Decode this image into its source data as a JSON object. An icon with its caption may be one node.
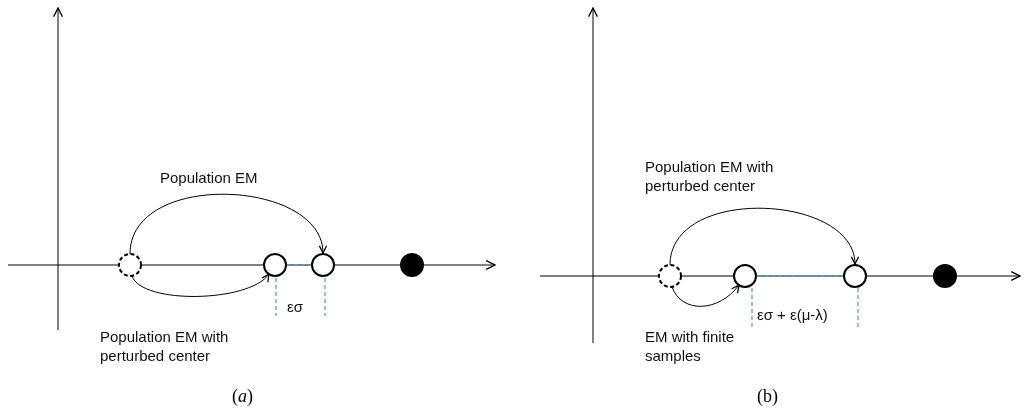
{
  "diagram": {
    "nodes": [
      {
        "text": [],
        "shape": "circle"
      },
      {
        "text": [],
        "shape": "circle"
      },
      {
        "text": [],
        "shape": "circle"
      },
      {
        "text": [],
        "shape": "circle"
      },
      {
        "text": [],
        "shape": "circle"
      },
      {
        "text": [],
        "shape": "circle"
      },
      {
        "text": [],
        "shape": "circle"
      },
      {
        "text": [],
        "shape": "circle"
      }
    ],
    "edges": [
      {
        "from": 0,
        "to": 2,
        "arrow": "to",
        "label": "Population EM"
      },
      {
        "from": 0,
        "to": 1,
        "arrow": "to",
        "label": "Population EM with perturbed center"
      },
      {
        "from": 4,
        "to": 6,
        "arrow": "to",
        "label": "Population EM with perturbed center"
      },
      {
        "from": 4,
        "to": 5,
        "arrow": "to",
        "label": "EM with finite samples"
      }
    ],
    "labels": [
      "εσ",
      "εσ + ε(μ-λ)",
      "(*a*)",
      "(b)"
    ]
  }
}
